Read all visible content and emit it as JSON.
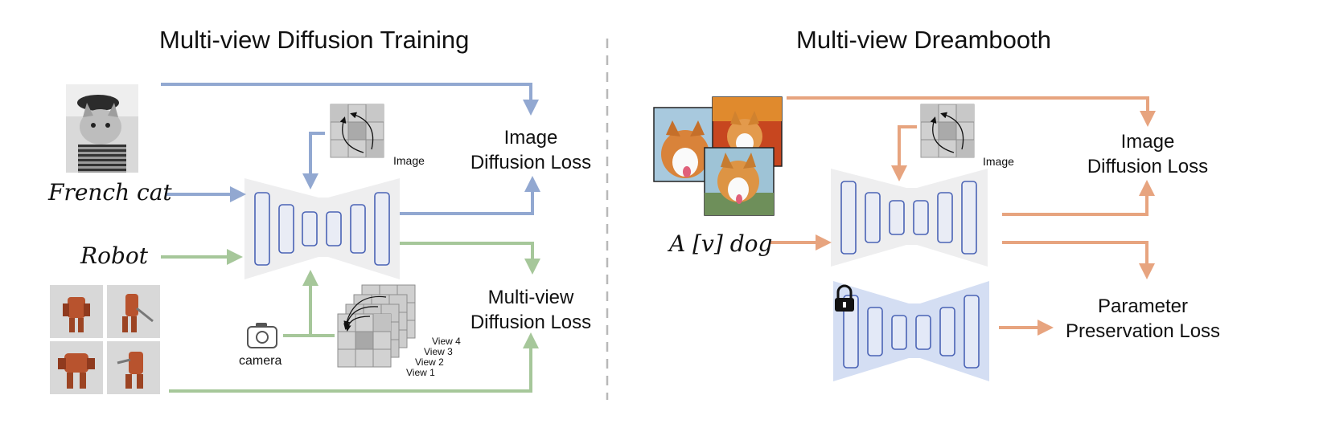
{
  "left_panel": {
    "title": "Multi-view Diffusion Training",
    "prompt_cat": "French cat",
    "prompt_robot": "Robot",
    "image_tag": "Image",
    "camera_label": "camera",
    "view_labels": [
      "View 4",
      "View 3",
      "View 2",
      "View 1"
    ],
    "loss_image": [
      "Image",
      "Diffusion Loss"
    ],
    "loss_multiview": [
      "Multi-view",
      "Diffusion Loss"
    ]
  },
  "right_panel": {
    "title": "Multi-view Dreambooth",
    "prompt_dog": "A [v] dog",
    "image_tag": "Image",
    "loss_image": [
      "Image",
      "Diffusion Loss"
    ],
    "loss_param": [
      "Parameter",
      "Preservation Loss"
    ]
  },
  "colors": {
    "blue_arrow": "#92a8d1",
    "green_arrow": "#a6c79a",
    "orange_arrow": "#e7a47f",
    "unet_bg": "#eeeeef",
    "unet_frozen_bg": "#d4def3",
    "block_stroke": "#4a63b5",
    "divider": "#b8b8b8"
  },
  "icons": [
    "camera-icon",
    "lock-icon"
  ]
}
